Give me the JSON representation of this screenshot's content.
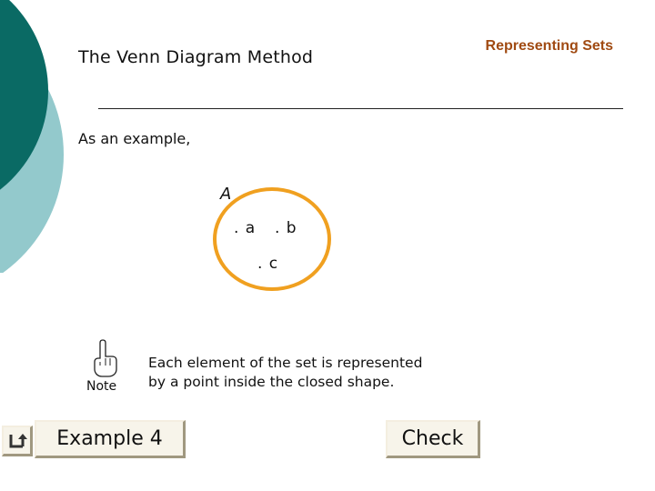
{
  "header": {
    "title": "The Venn Diagram Method",
    "section": "Representing Sets"
  },
  "content": {
    "intro": "As an example,",
    "set_name": "A",
    "elements": [
      ". a",
      ". b",
      ". c"
    ]
  },
  "note": {
    "label": "Note",
    "text_line1": "Each element of the set is represented",
    "text_line2": "by a point inside the closed shape.",
    "icon": "pointing-hand-icon"
  },
  "buttons": {
    "return_icon": "return-arrow-icon",
    "example": "Example 4",
    "check": "Check"
  },
  "colors": {
    "circle": "#f0a020",
    "accent_dark": "#0a6a64",
    "accent_light": "#93c9cc",
    "header_right": "#a04a12"
  }
}
